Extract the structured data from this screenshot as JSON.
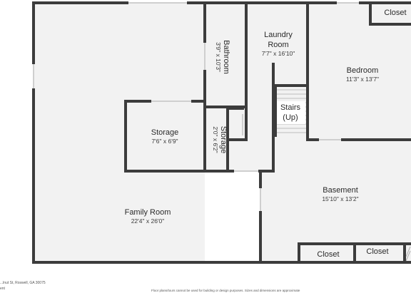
{
  "rooms": {
    "family_room": {
      "name": "Family Room",
      "dims": "22'4\" x 26'0\""
    },
    "storage_large": {
      "name": "Storage",
      "dims": "7'6\" x 6'9\""
    },
    "storage_small": {
      "name": "Storage",
      "dims": "2'0\" x 6'2\""
    },
    "bathroom": {
      "name": "Bathroom",
      "dims": "3'9\" x 10'3\""
    },
    "laundry": {
      "name_line1": "Laundry",
      "name_line2": "Room",
      "dims": "7'7\" x 16'10\""
    },
    "stairs": {
      "name_line1": "Stairs",
      "name_line2": "(Up)"
    },
    "bedroom": {
      "name": "Bedroom",
      "dims": "11'3\" x 13'7\""
    },
    "basement": {
      "name": "Basement",
      "dims": "15'10\" x 13'2\""
    },
    "closet_top": {
      "name": "Closet"
    },
    "closet_bottom_1": {
      "name": "Closet"
    },
    "closet_bottom_2": {
      "name": "Closet"
    }
  },
  "footer": {
    "address": "...lnut St, Roswell, GA 30075",
    "address_line2": "ent",
    "disclaimer": "Floor plans/tours cannot be used for building or design purposes. Sizes and dimensions are approximate"
  },
  "colors": {
    "wall": "#3c3c3c",
    "floor": "#f2f2f2",
    "background": "#ffffff"
  }
}
